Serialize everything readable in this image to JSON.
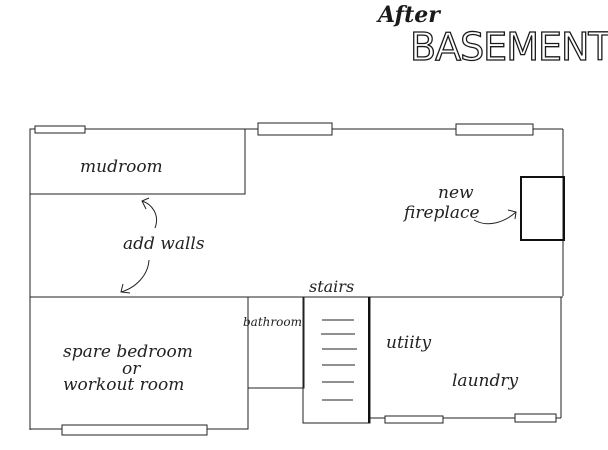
{
  "header": {
    "script_word": "After",
    "title": "BASEMENT"
  },
  "rooms": {
    "mudroom": "mudroom",
    "add_walls": "add walls",
    "new": "new",
    "fireplace": "fireplace",
    "stairs": "stairs",
    "bathroom": "bathroom",
    "spare_bedroom": "spare bedroom",
    "or": "or",
    "workout_room": "workout room",
    "utility": "utiity",
    "laundry": "laundry"
  }
}
